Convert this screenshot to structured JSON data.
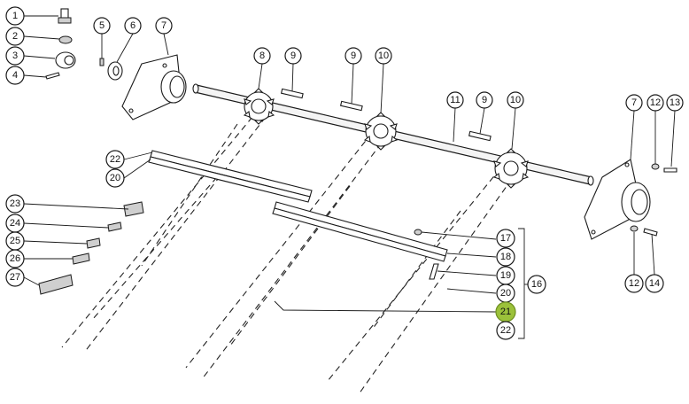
{
  "callouts": [
    {
      "id": "c1",
      "label": "1"
    },
    {
      "id": "c2",
      "label": "2"
    },
    {
      "id": "c3",
      "label": "3"
    },
    {
      "id": "c4",
      "label": "4"
    },
    {
      "id": "c5",
      "label": "5"
    },
    {
      "id": "c6",
      "label": "6"
    },
    {
      "id": "c7a",
      "label": "7"
    },
    {
      "id": "c8",
      "label": "8"
    },
    {
      "id": "c9a",
      "label": "9"
    },
    {
      "id": "c9b",
      "label": "9"
    },
    {
      "id": "c10a",
      "label": "10"
    },
    {
      "id": "c11",
      "label": "11"
    },
    {
      "id": "c9c",
      "label": "9"
    },
    {
      "id": "c10b",
      "label": "10"
    },
    {
      "id": "c7b",
      "label": "7"
    },
    {
      "id": "c12a",
      "label": "12"
    },
    {
      "id": "c13",
      "label": "13"
    },
    {
      "id": "c22a",
      "label": "22"
    },
    {
      "id": "c20a",
      "label": "20"
    },
    {
      "id": "c23",
      "label": "23"
    },
    {
      "id": "c24",
      "label": "24"
    },
    {
      "id": "c25",
      "label": "25"
    },
    {
      "id": "c26",
      "label": "26"
    },
    {
      "id": "c27",
      "label": "27"
    },
    {
      "id": "c17",
      "label": "17"
    },
    {
      "id": "c18",
      "label": "18"
    },
    {
      "id": "c19",
      "label": "19"
    },
    {
      "id": "c20b",
      "label": "20"
    },
    {
      "id": "c21",
      "label": "21"
    },
    {
      "id": "c22b",
      "label": "22"
    },
    {
      "id": "c16",
      "label": "16"
    },
    {
      "id": "c12b",
      "label": "12"
    },
    {
      "id": "c14",
      "label": "14"
    }
  ],
  "highlight": {
    "label": "21",
    "color": "#9bc13a"
  }
}
